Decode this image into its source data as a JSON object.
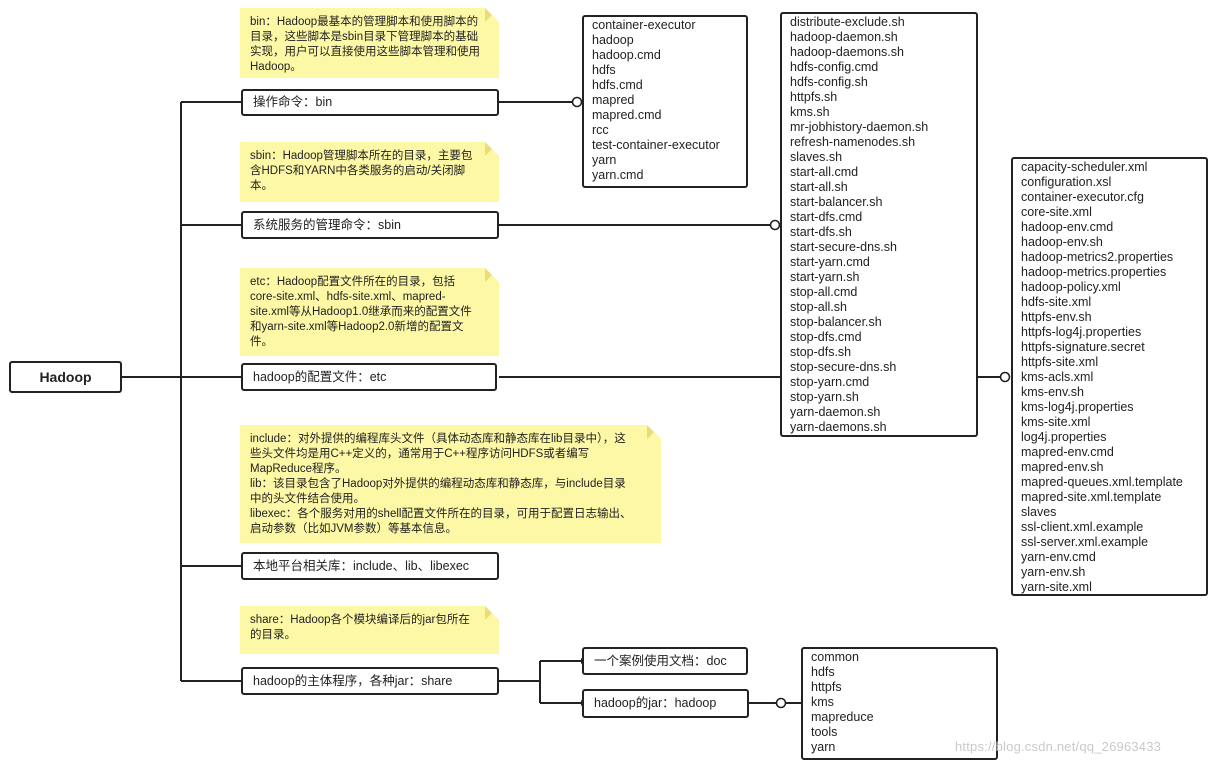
{
  "root": {
    "label": "Hadoop"
  },
  "nodes": {
    "bin": "操作命令：bin",
    "sbin": "系统服务的管理命令：sbin",
    "etc": "hadoop的配置文件：etc",
    "native": "本地平台相关库：include、lib、libexec",
    "share": "hadoop的主体程序，各种jar：share",
    "doc": "一个案例使用文档：doc",
    "hadoop_jar": "hadoop的jar：hadoop"
  },
  "notes": {
    "bin": [
      "bin：Hadoop最基本的管理脚本和使用脚本的",
      "目录，这些脚本是sbin目录下管理脚本的基础",
      "实现，用户可以直接使用这些脚本管理和使用",
      "Hadoop。"
    ],
    "sbin": [
      "sbin：Hadoop管理脚本所在的目录，主要包",
      "含HDFS和YARN中各类服务的启动/关闭脚",
      "本。"
    ],
    "etc": [
      "etc：Hadoop配置文件所在的目录，包括",
      "core-site.xml、hdfs-site.xml、mapred-",
      "site.xml等从Hadoop1.0继承而来的配置文件",
      "和yarn-site.xml等Hadoop2.0新增的配置文",
      "件。"
    ],
    "native": [
      "include：对外提供的编程库头文件（具体动态库和静态库在lib目录中），这",
      "些头文件均是用C++定义的，通常用于C++程序访问HDFS或者编写",
      "MapReduce程序。",
      "lib：该目录包含了Hadoop对外提供的编程动态库和静态库，与include目录",
      "中的头文件结合使用。",
      "libexec：各个服务对用的shell配置文件所在的目录，可用于配置日志输出、",
      "启动参数（比如JVM参数）等基本信息。"
    ],
    "share": [
      "share：Hadoop各个模块编译后的jar包所在",
      "的目录。"
    ]
  },
  "lists": {
    "bin_files": [
      "container-executor",
      "hadoop",
      "hadoop.cmd",
      "hdfs",
      "hdfs.cmd",
      "mapred",
      "mapred.cmd",
      "rcc",
      "test-container-executor",
      "yarn",
      "yarn.cmd"
    ],
    "sbin_files": [
      "distribute-exclude.sh",
      "hadoop-daemon.sh",
      "hadoop-daemons.sh",
      "hdfs-config.cmd",
      "hdfs-config.sh",
      "httpfs.sh",
      "kms.sh",
      "mr-jobhistory-daemon.sh",
      "refresh-namenodes.sh",
      "slaves.sh",
      "start-all.cmd",
      "start-all.sh",
      "start-balancer.sh",
      "start-dfs.cmd",
      "start-dfs.sh",
      "start-secure-dns.sh",
      "start-yarn.cmd",
      "start-yarn.sh",
      "stop-all.cmd",
      "stop-all.sh",
      "stop-balancer.sh",
      "stop-dfs.cmd",
      "stop-dfs.sh",
      "stop-secure-dns.sh",
      "stop-yarn.cmd",
      "stop-yarn.sh",
      "yarn-daemon.sh",
      "yarn-daemons.sh"
    ],
    "etc_files": [
      "capacity-scheduler.xml",
      "configuration.xsl",
      "container-executor.cfg",
      "core-site.xml",
      "hadoop-env.cmd",
      "hadoop-env.sh",
      "hadoop-metrics2.properties",
      "hadoop-metrics.properties",
      "hadoop-policy.xml",
      "hdfs-site.xml",
      "httpfs-env.sh",
      "httpfs-log4j.properties",
      "httpfs-signature.secret",
      "httpfs-site.xml",
      "kms-acls.xml",
      "kms-env.sh",
      "kms-log4j.properties",
      "kms-site.xml",
      "log4j.properties",
      "mapred-env.cmd",
      "mapred-env.sh",
      "mapred-queues.xml.template",
      "mapred-site.xml.template",
      "slaves",
      "ssl-client.xml.example",
      "ssl-server.xml.example",
      "yarn-env.cmd",
      "yarn-env.sh",
      "yarn-site.xml"
    ],
    "share_hadoop_files": [
      "common",
      "hdfs",
      "httpfs",
      "kms",
      "mapreduce",
      "tools",
      "yarn"
    ]
  },
  "watermark": "https://blog.csdn.net/qq_26963433"
}
